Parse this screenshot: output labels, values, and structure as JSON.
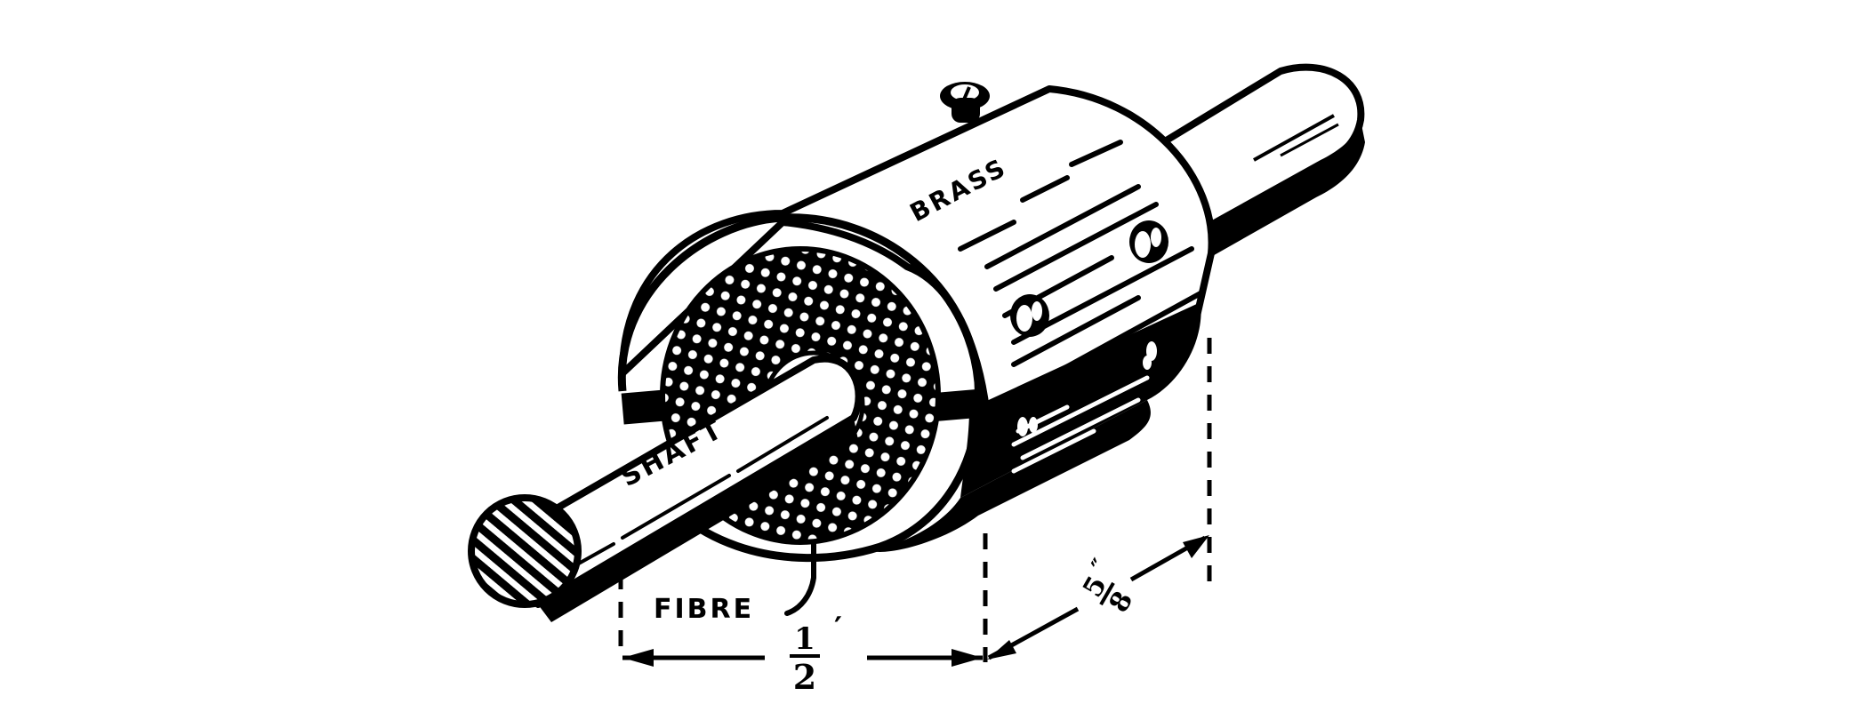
{
  "figure": {
    "subject": "Shaft coupling with brass shell and fibre insulating bushing",
    "background": "#ffffff",
    "ink": "#000000"
  },
  "labels": {
    "shaft": "SHAFT",
    "brass": "BRASS",
    "fibre": "FIBRE"
  },
  "dimensions": {
    "length": {
      "numerator": "1",
      "denominator": "2",
      "unit_mark": "′"
    },
    "depth": {
      "numerator": "5",
      "denominator": "8",
      "unit_mark": "″"
    }
  },
  "parts": [
    {
      "id": "shaft",
      "label": "SHAFT"
    },
    {
      "id": "brass-shell",
      "label": "BRASS"
    },
    {
      "id": "fibre-bushing",
      "label": "FIBRE"
    },
    {
      "id": "set-screw-top"
    },
    {
      "id": "clamp-screw-upper-left"
    },
    {
      "id": "clamp-screw-upper-right"
    },
    {
      "id": "clamp-screw-lower-left"
    },
    {
      "id": "clamp-screw-lower-right"
    }
  ]
}
